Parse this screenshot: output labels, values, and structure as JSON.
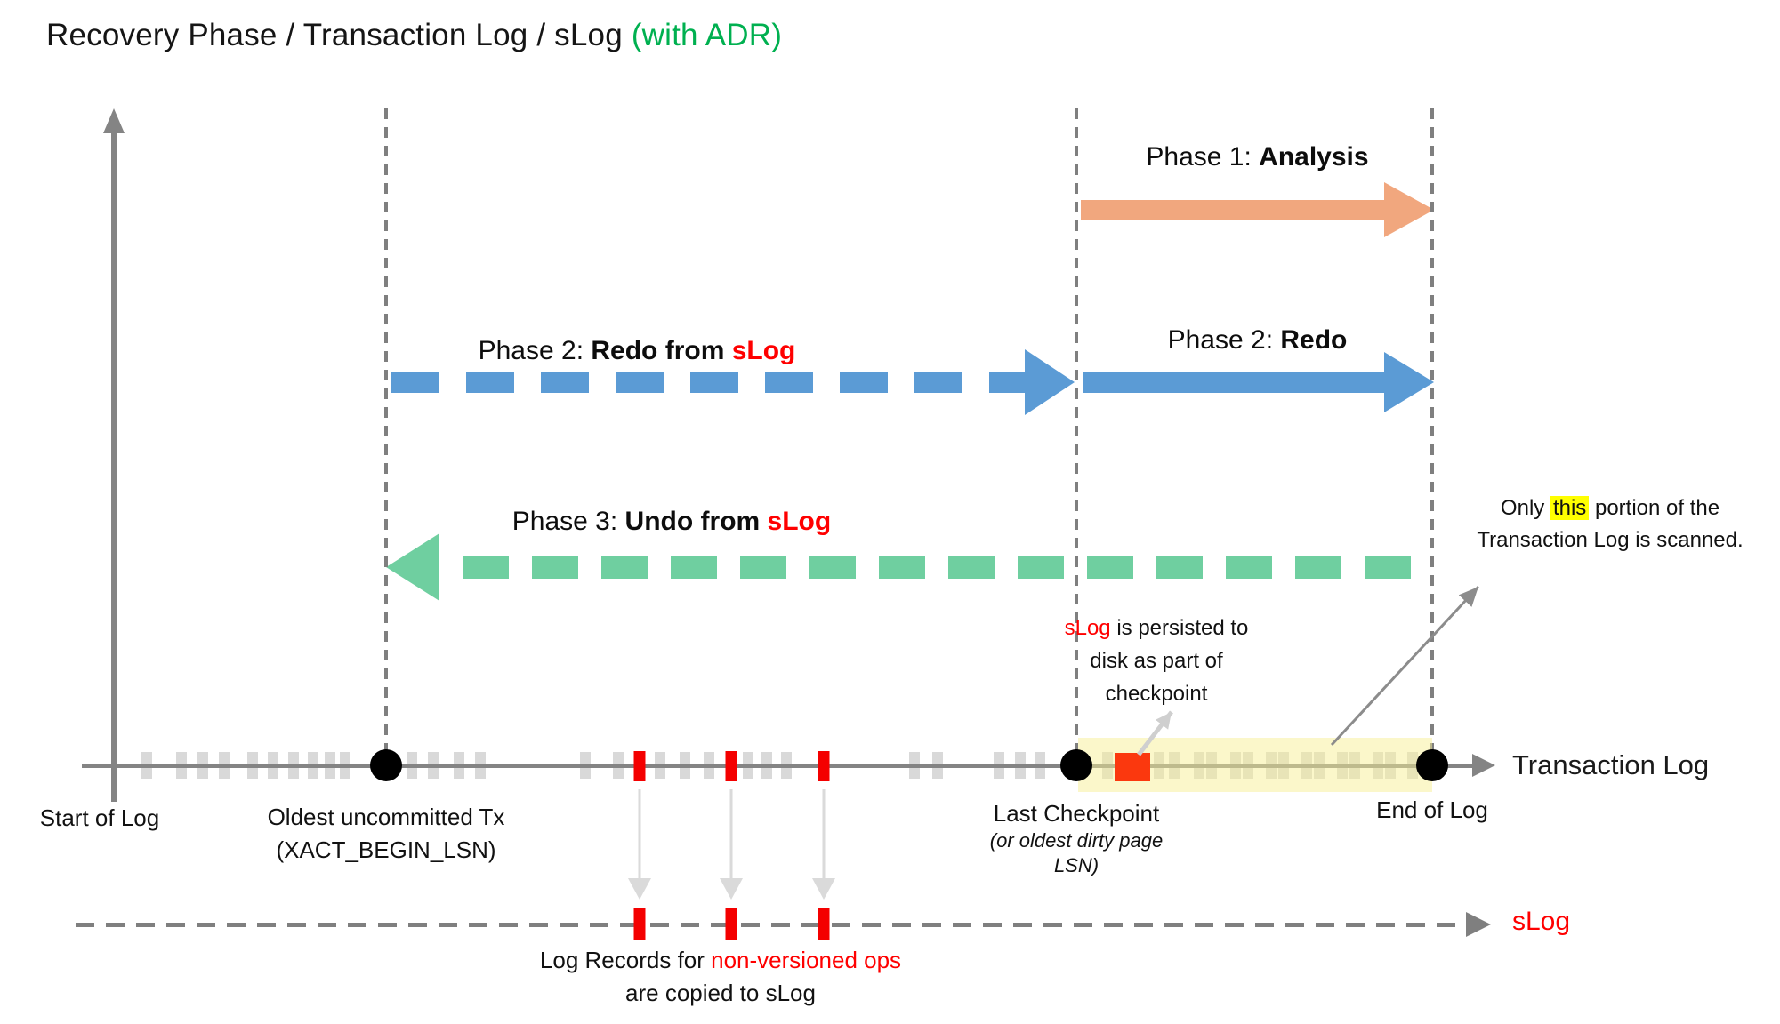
{
  "title": {
    "main": "Recovery Phase / Transaction Log / sLog ",
    "accent": "(with ADR)"
  },
  "phases": {
    "phase1": {
      "prefix": "Phase 1: ",
      "bold": "Analysis"
    },
    "phase2_slog": {
      "prefix": "Phase 2: ",
      "bold": "Redo from ",
      "red": "sLog"
    },
    "phase2": {
      "prefix": "Phase 2: ",
      "bold": "Redo"
    },
    "phase3": {
      "prefix": "Phase 3: ",
      "bold": "Undo from ",
      "red": "sLog"
    }
  },
  "annotations": {
    "persist": {
      "red": "sLog",
      "line1_rest": " is persisted to",
      "line2": "disk as part of",
      "line3": "checkpoint"
    },
    "scanned": {
      "line1_pre": "Only ",
      "highlight": "this",
      "line1_post": " portion of the",
      "line2": "Transaction Log is scanned."
    },
    "copied": {
      "line1_pre": "Log Records for ",
      "line1_red": "non-versioned ops",
      "line2": "are copied to sLog"
    }
  },
  "timeline": {
    "axis_label": "Transaction Log",
    "slog_label": "sLog",
    "markers": {
      "start": "Start of Log",
      "oldest_line1": "Oldest uncommitted Tx",
      "oldest_line2": "(XACT_BEGIN_LSN)",
      "checkpoint_line1": "Last Checkpoint",
      "checkpoint_line2": "(or oldest dirty page",
      "checkpoint_line3": "LSN)",
      "end": "End of Log"
    },
    "gray_ticks": [
      165,
      204,
      228,
      252,
      284,
      307,
      330,
      352,
      371,
      388,
      463,
      487,
      516,
      540,
      658,
      695,
      742,
      770,
      797,
      841,
      862,
      884,
      1028,
      1054,
      1123,
      1147,
      1169,
      1245,
      1303,
      1320,
      1348,
      1362,
      1389,
      1403,
      1429,
      1443,
      1469,
      1483,
      1509,
      1523,
      1549,
      1563,
      1588
    ],
    "red_ticks": [
      719,
      822,
      926
    ],
    "dots": [
      434,
      1210,
      1610
    ],
    "marker_x": {
      "oldest": 434,
      "checkpoint": 1210,
      "end": 1610
    }
  },
  "colors": {
    "phase1_arrow": "#F1A77E",
    "phase2_arrow": "#5B9BD5",
    "phase3_arrow": "#6FCFA0",
    "red_accent": "#FF0000",
    "persist_square": "#FB380E",
    "scan_band": "#FAF6C8",
    "highlight": "#FFFF00",
    "title_accent": "#00B050",
    "gray_tick": "#D9D9D9",
    "line_gray": "#848484"
  }
}
